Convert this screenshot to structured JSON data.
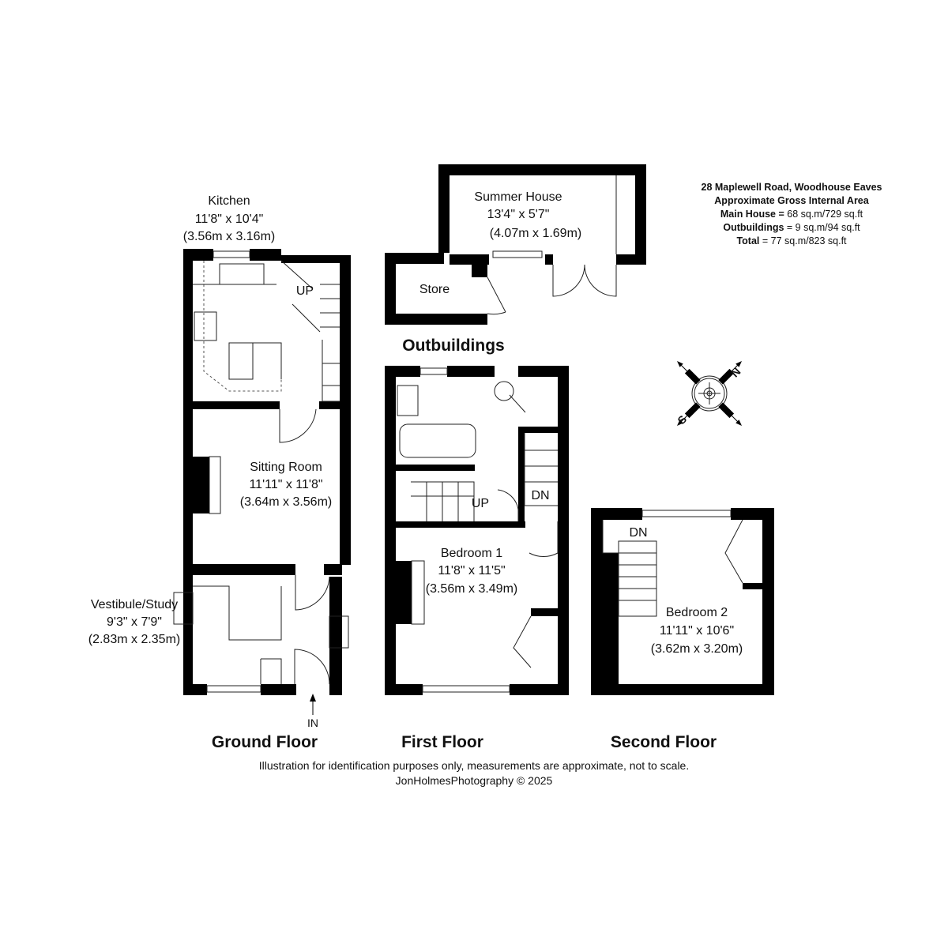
{
  "info": {
    "address": "28 Maplewell Road, Woodhouse Eaves",
    "area_title": "Approximate Gross Internal Area",
    "main_house_label": "Main House =",
    "main_house_value": " 68 sq.m/729 sq.ft",
    "outbuildings_label": "Outbuildings",
    "outbuildings_value": " = 9 sq.m/94 sq.ft",
    "total_label": "Total",
    "total_value": " = 77 sq.m/823 sq.ft"
  },
  "rooms": {
    "kitchen": {
      "name": "Kitchen",
      "imperial": "11'8\" x 10'4\"",
      "metric": "(3.56m x 3.16m)"
    },
    "sitting": {
      "name": "Sitting Room",
      "imperial": "11'11\" x 11'8\"",
      "metric": "(3.64m x 3.56m)"
    },
    "vestibule": {
      "name": "Vestibule/Study",
      "imperial": "9'3\" x 7'9\"",
      "metric": "(2.83m x 2.35m)"
    },
    "summer": {
      "name": "Summer House",
      "imperial": "13'4\" x 5'7\"",
      "metric": "(4.07m x 1.69m)"
    },
    "store": {
      "name": "Store"
    },
    "bedroom1": {
      "name": "Bedroom 1",
      "imperial": "11'8\" x 11'5\"",
      "metric": "(3.56m x 3.49m)"
    },
    "bedroom2": {
      "name": "Bedroom 2",
      "imperial": "11'11\" x 10'6\"",
      "metric": "(3.62m x 3.20m)"
    }
  },
  "markers": {
    "up": "UP",
    "dn": "DN",
    "in": "IN"
  },
  "compass": {
    "north": "N",
    "south": "S"
  },
  "floors": {
    "ground": "Ground Floor",
    "first": "First Floor",
    "second": "Second Floor",
    "outbuildings": "Outbuildings"
  },
  "footer": {
    "disclaimer": "Illustration for identification purposes only, measurements are approximate, not to scale.",
    "credit": "JonHolmesPhotography © 2025"
  }
}
